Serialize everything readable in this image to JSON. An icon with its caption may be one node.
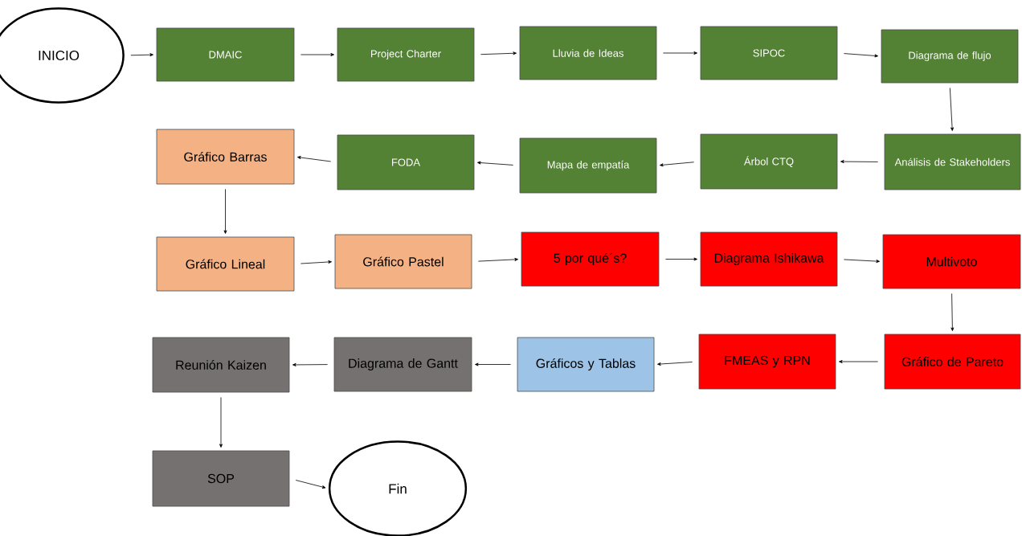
{
  "diagram": {
    "nodes": [
      {
        "text": [
          "INICIO"
        ]
      },
      {
        "text": [
          "DMAIC"
        ]
      },
      {
        "text": [
          "Project Charter"
        ]
      },
      {
        "text": [
          "Lluvia de Ideas"
        ]
      },
      {
        "text": [
          "SIPOC"
        ]
      },
      {
        "text": [
          "Diagrama de flujo"
        ]
      },
      {
        "text": [
          "Análisis de Stakeholders"
        ]
      },
      {
        "text": [
          "Árbol CTQ"
        ]
      },
      {
        "text": [
          "Mapa de empatía"
        ]
      },
      {
        "text": [
          "FODA"
        ]
      },
      {
        "text": [
          "Gráfico Barras"
        ]
      },
      {
        "text": [
          "Gráfico Lineal"
        ]
      },
      {
        "text": [
          "Gráfico Pastel"
        ]
      },
      {
        "text": [
          "5 por qué´s?"
        ]
      },
      {
        "text": [
          "Diagrama Ishikawa"
        ]
      },
      {
        "text": [
          "Multivoto"
        ]
      },
      {
        "text": [
          "Gráfico de Pareto"
        ]
      },
      {
        "text": [
          "FMEAS y RPN"
        ]
      },
      {
        "text": [
          "Gráficos y Tablas"
        ]
      },
      {
        "text": [
          "Diagrama de Gantt"
        ]
      },
      {
        "text": [
          "Reunión Kaizen"
        ]
      },
      {
        "text": [
          "SOP"
        ]
      },
      {
        "text": [
          "Fin"
        ]
      }
    ],
    "edges": [
      {
        "from": 0,
        "to": 1,
        "arrow": "to"
      },
      {
        "from": 1,
        "to": 2,
        "arrow": "to"
      },
      {
        "from": 2,
        "to": 3,
        "arrow": "to"
      },
      {
        "from": 3,
        "to": 4,
        "arrow": "to"
      },
      {
        "from": 4,
        "to": 5,
        "arrow": "to"
      },
      {
        "from": 5,
        "to": 6,
        "arrow": "to"
      },
      {
        "from": 6,
        "to": 7,
        "arrow": "to"
      },
      {
        "from": 7,
        "to": 8,
        "arrow": "to"
      },
      {
        "from": 8,
        "to": 9,
        "arrow": "to"
      },
      {
        "from": 9,
        "to": 10,
        "arrow": "to"
      },
      {
        "from": 10,
        "to": 11,
        "arrow": "to"
      },
      {
        "from": 11,
        "to": 12,
        "arrow": "to"
      },
      {
        "from": 12,
        "to": 13,
        "arrow": "to"
      },
      {
        "from": 13,
        "to": 14,
        "arrow": "to"
      },
      {
        "from": 14,
        "to": 15,
        "arrow": "to"
      },
      {
        "from": 15,
        "to": 16,
        "arrow": "to"
      },
      {
        "from": 16,
        "to": 17,
        "arrow": "to"
      },
      {
        "from": 17,
        "to": 18,
        "arrow": "to"
      },
      {
        "from": 18,
        "to": 19,
        "arrow": "to"
      },
      {
        "from": 19,
        "to": 20,
        "arrow": "to"
      },
      {
        "from": 20,
        "to": 21,
        "arrow": "to"
      },
      {
        "from": 21,
        "to": 22,
        "arrow": "to"
      }
    ]
  }
}
